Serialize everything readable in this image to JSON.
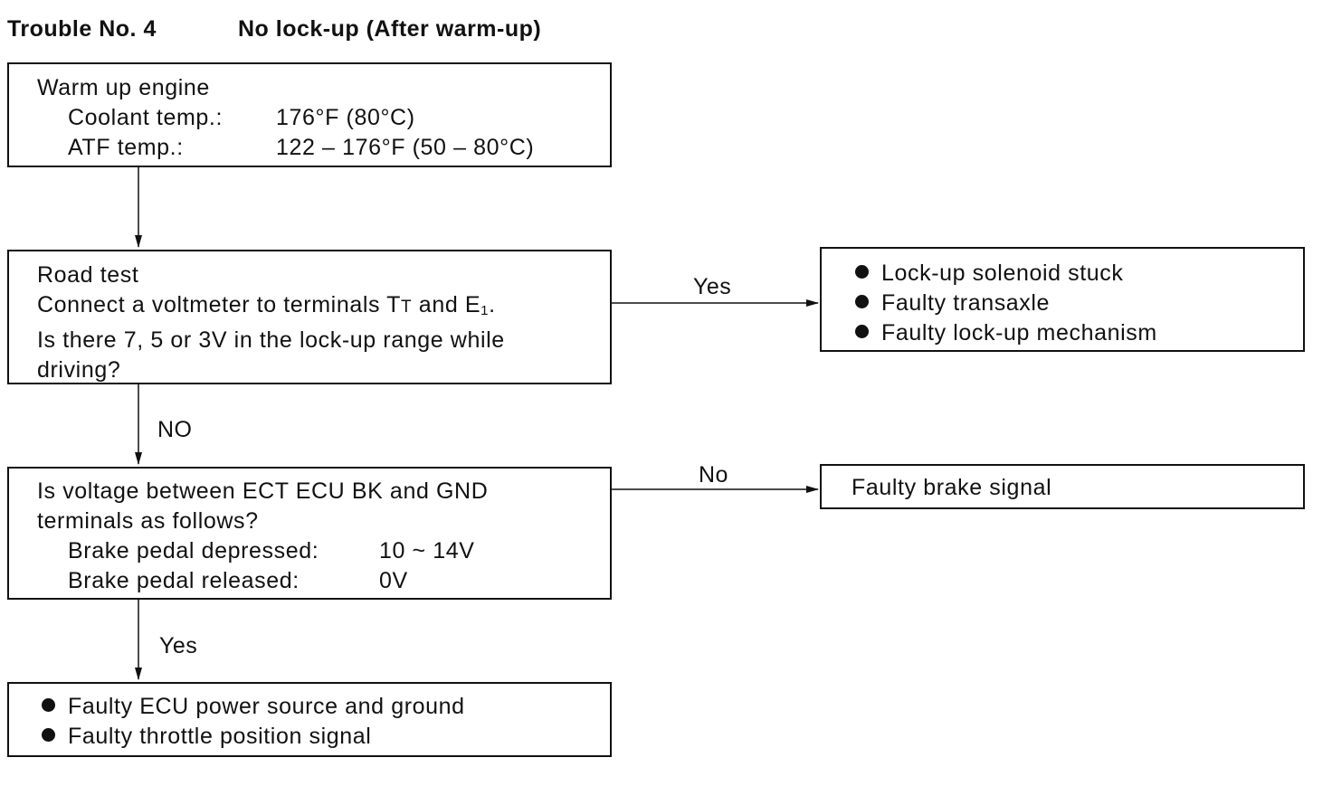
{
  "header": {
    "trouble_no": "Trouble No. 4",
    "trouble_title": "No lock-up (After warm-up)"
  },
  "box1": {
    "line1": "Warm up engine",
    "coolant_label": "Coolant temp.:",
    "coolant_value": "176°F (80°C)",
    "atf_label": "ATF temp.:",
    "atf_value": "122 – 176°F (50 – 80°C)"
  },
  "box2": {
    "line1": "Road test",
    "line2_pre": "Connect a voltmeter to terminals T",
    "line2_sub_t": "T",
    "line2_mid": " and E",
    "line2_sub_1": "1",
    "line2_post": ".",
    "line3": "Is there 7, 5 or 3V in the lock-up range while",
    "line4": "driving?"
  },
  "box2_yes_result": {
    "items": [
      "Lock-up solenoid stuck",
      "Faulty transaxle",
      "Faulty lock-up mechanism"
    ]
  },
  "box3": {
    "line1": "Is voltage between ECT ECU BK and GND",
    "line2": "terminals as follows?",
    "depressed_label": "Brake pedal depressed:",
    "depressed_value": "10 ~ 14V",
    "released_label": "Brake pedal released:",
    "released_value": "0V"
  },
  "box3_no_result": {
    "text": "Faulty brake signal"
  },
  "box4": {
    "items": [
      "Faulty ECU power source and ground",
      "Faulty throttle position signal"
    ]
  },
  "labels": {
    "yes1": "Yes",
    "no1": "NO",
    "no2": "No",
    "yes2": "Yes"
  }
}
